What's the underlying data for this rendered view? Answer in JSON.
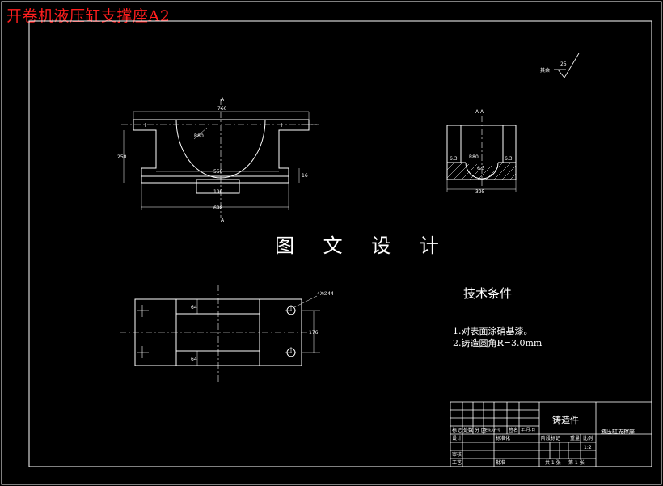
{
  "header": {
    "title": "开卷机液压缸支撑座A2"
  },
  "drawing": {
    "center_label": "图 文 设 计",
    "section_label_a": "A",
    "section_view_label": "A-A",
    "roughness": {
      "prefix": "其余",
      "value": "25"
    },
    "front_dims": {
      "top_width": "760",
      "radius": "R80",
      "inner_width": "558",
      "height": "250",
      "foot": "16",
      "slot": "190",
      "base_width": "698"
    },
    "section_dims": {
      "width": "395",
      "left_rough": "6.3",
      "right_rough": "6.3",
      "radius": "R80",
      "center_rough": "6.3"
    },
    "plan_dims": {
      "holes": "4X∅44",
      "offset_top": "64",
      "offset_bottom": "64",
      "side": "176"
    }
  },
  "requirements": {
    "title": "技术条件",
    "items": [
      "1.对表面涂硝基漆。",
      "2.铸造圆角R=3.0mm"
    ]
  },
  "title_block": {
    "material": "铸造件",
    "part_name": "液压缸支撑座",
    "labels": {
      "mark": "标记",
      "count": "处数",
      "zone": "分 区",
      "doc_no": "更改文件号",
      "signature": "签名",
      "date": "年.月.日",
      "design": "设计",
      "standard": "标准化",
      "stage": "阶段标记",
      "weight": "重量",
      "scale_label": "比例",
      "scale": "1:2",
      "review": "审核",
      "process": "工艺",
      "approve": "批准",
      "sheets": "共 1 张",
      "sheet": "第 1 张"
    }
  }
}
